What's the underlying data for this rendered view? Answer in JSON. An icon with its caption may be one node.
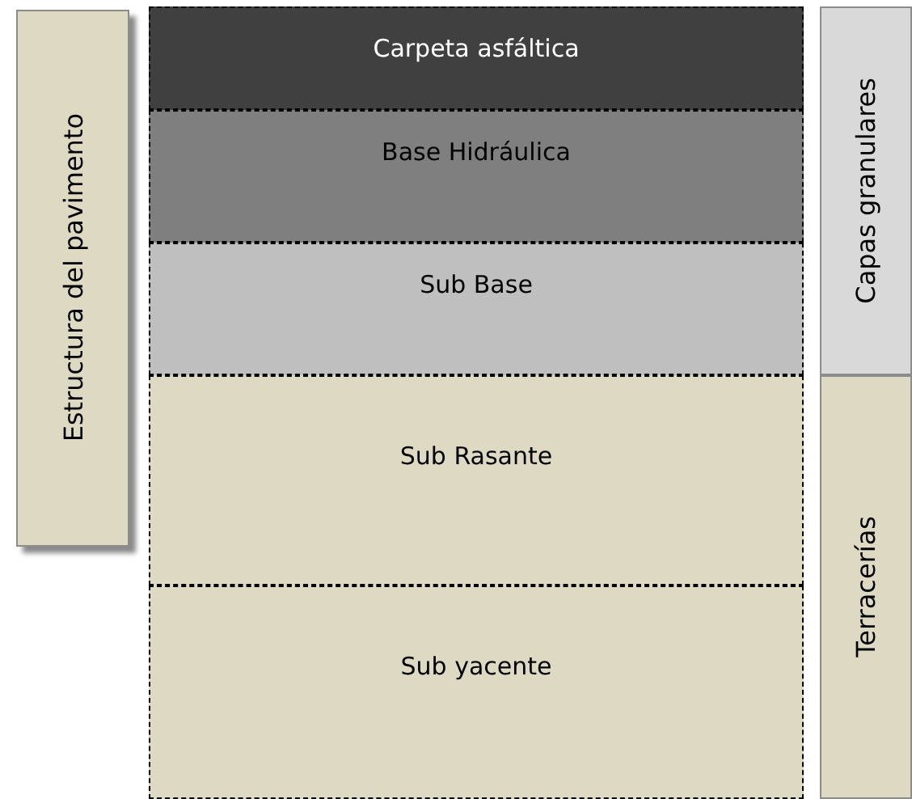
{
  "diagram": {
    "nodes": [
      {
        "text": [
          "Estructura del pavimento"
        ]
      },
      {
        "text": [
          "Carpeta asfáltica"
        ]
      },
      {
        "text": [
          "Base Hidráulica"
        ]
      },
      {
        "text": [
          "Sub Base"
        ]
      },
      {
        "text": [
          "Sub Rasante"
        ]
      },
      {
        "text": [
          "Sub yacente"
        ]
      },
      {
        "text": [
          "Capas granulares"
        ]
      },
      {
        "text": [
          "Terracerías"
        ]
      }
    ]
  }
}
